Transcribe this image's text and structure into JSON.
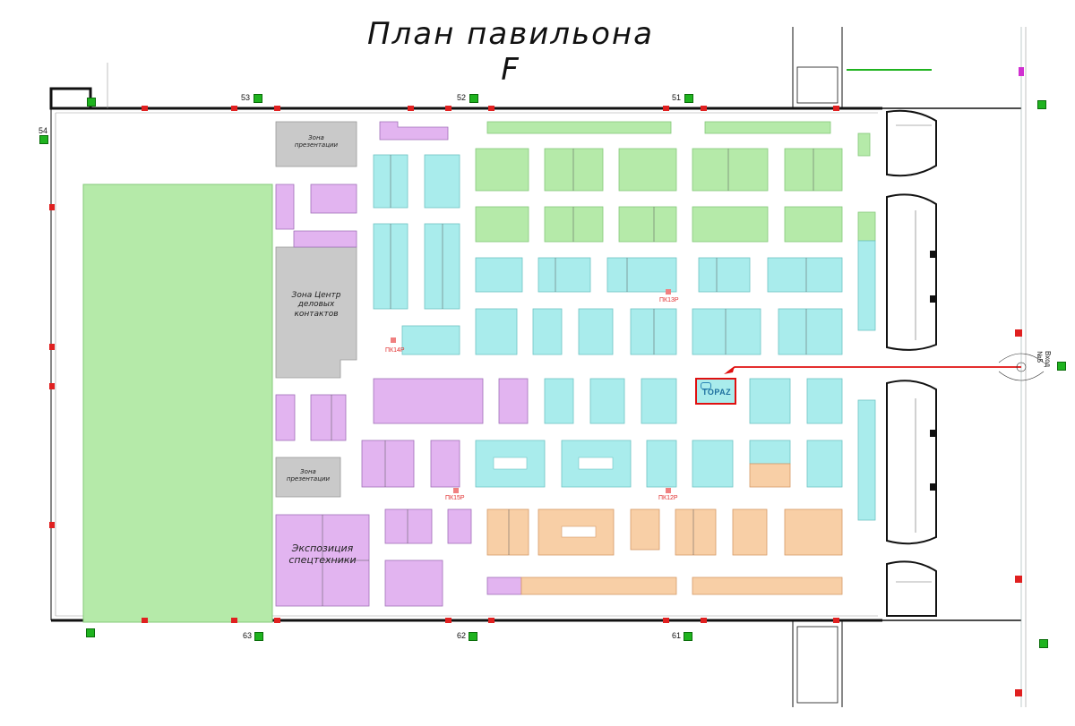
{
  "title": "План павильона F",
  "zones": {
    "presentation_top": [
      "Зона",
      "презентации"
    ],
    "business_center": [
      "Зона Центр деловых",
      "контактов"
    ],
    "presentation_bottom": [
      "Зона",
      "презентации"
    ],
    "machinery": [
      "Экспозиция",
      "спецтехники"
    ]
  },
  "gates_top": [
    "53",
    "52",
    "51"
  ],
  "gates_bottom": [
    "63",
    "62",
    "61"
  ],
  "gate_side": "54",
  "entrance_label": "Вход №5",
  "fire_points": [
    "ПК14Р",
    "ПК13Р",
    "ПК15Р",
    "ПК12Р"
  ],
  "exhibitor_logo": "TOPAZ",
  "colors": {
    "green_stand": "#b5eaa9",
    "cyan_stand": "#a9ecec",
    "purple_stand": "#e2b4f0",
    "orange_stand": "#f8cfa6",
    "gray_zone": "#c9c9c9",
    "highlight": "#e01010",
    "exit_sign": "#1fb31f"
  },
  "icons": [
    "exit-sign-icon",
    "fire-hydrant-icon",
    "arrow-icon"
  ]
}
